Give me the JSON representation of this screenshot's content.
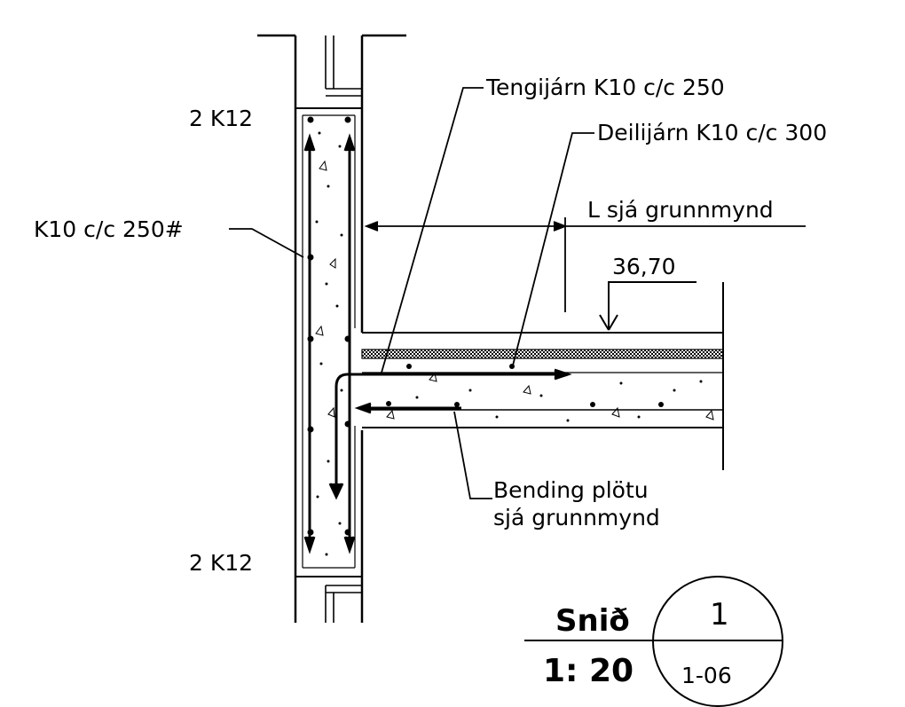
{
  "drawing": {
    "wall_rebar_top": "2 K12",
    "wall_rebar_bottom": "2 K12",
    "wall_mesh": "K10 c/c 250#",
    "connector_bars": "Tengijárn K10 c/c 250",
    "distribution_bars": "Deilijárn K10 c/c 300",
    "span_label": "L sjá grunnmynd",
    "level": "36,70",
    "slab_rebar_line1": "Bending plötu",
    "slab_rebar_line2": "sjá grunnmynd"
  },
  "title_block": {
    "section_label": "Snið",
    "scale": "1: 20",
    "detail_number": "1",
    "sheet_ref": "1-06"
  }
}
